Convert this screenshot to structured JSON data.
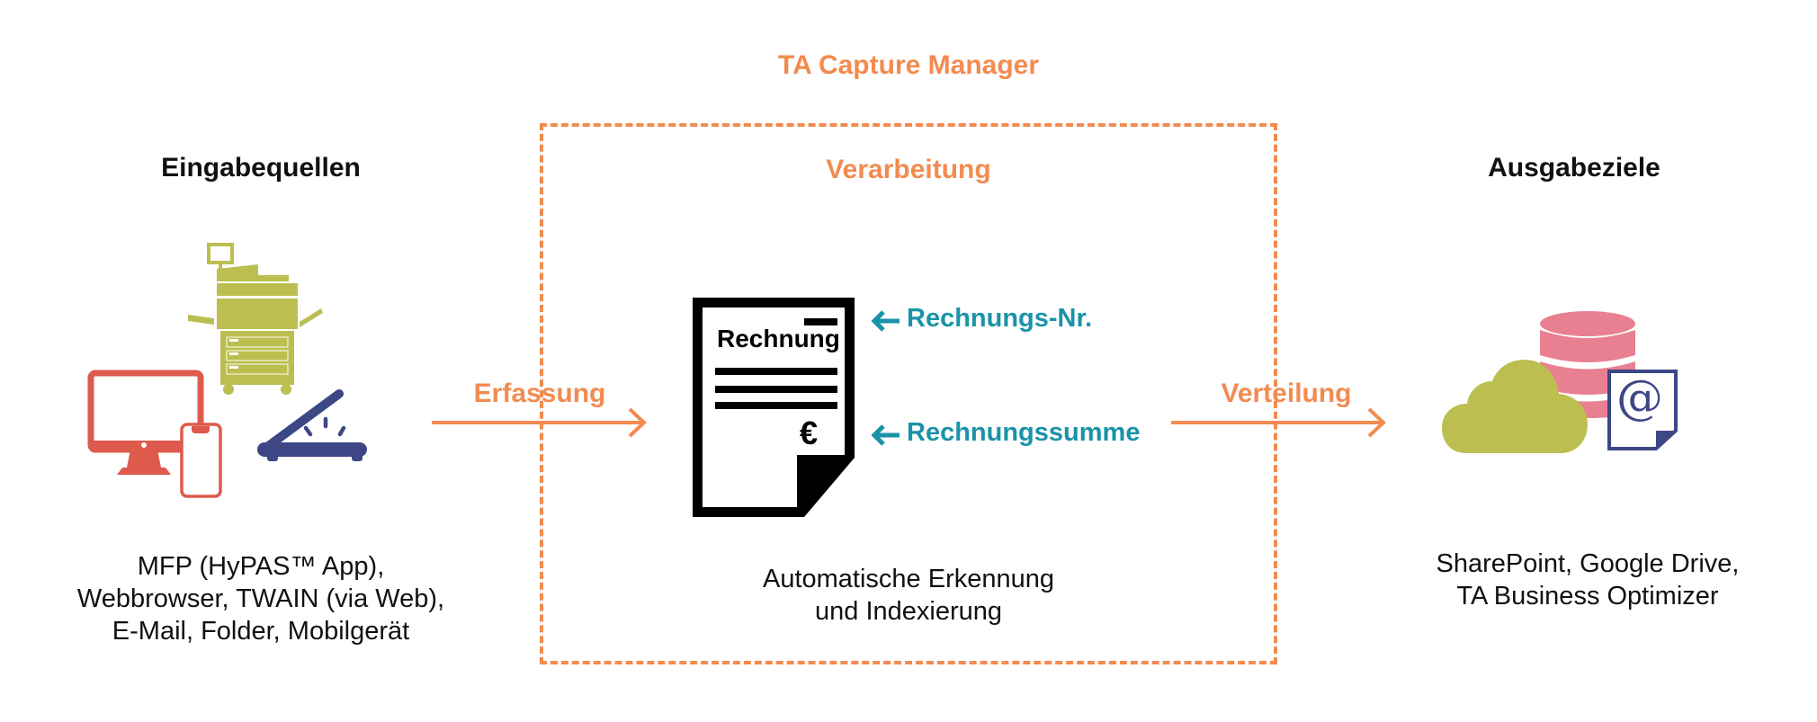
{
  "title": "TA Capture Manager",
  "colors": {
    "accent_orange": "#f28b50",
    "teal": "#1a93a8",
    "printer_green": "#bcbe50",
    "device_red": "#de5a4c",
    "scanner_navy": "#3e4785",
    "database_pink": "#e98092",
    "cloud_green": "#bcbe50",
    "text_dark": "#111111"
  },
  "input": {
    "heading": "Eingabequellen",
    "icons": [
      "mfp-printer-icon",
      "monitor-icon",
      "smartphone-icon",
      "flatbed-scanner-icon"
    ],
    "caption_lines": [
      "MFP (HyPAS™ App),",
      "Webbrowser, TWAIN (via Web),",
      "E-Mail, Folder, Mobilgerät"
    ]
  },
  "flows": {
    "capture_label": "Erfassung",
    "distribution_label": "Verteilung"
  },
  "processing": {
    "heading": "Verarbeitung",
    "document": {
      "title": "Rechnung",
      "currency_symbol": "€"
    },
    "fields": [
      {
        "label": "Rechnungs-Nr.",
        "icon": "arrow-left-icon"
      },
      {
        "label": "Rechnungssumme",
        "icon": "arrow-left-icon"
      }
    ],
    "caption_lines": [
      "Automatische Erkennung",
      "und Indexierung"
    ]
  },
  "output": {
    "heading": "Ausgabeziele",
    "icons": [
      "cloud-icon",
      "database-icon",
      "email-document-icon"
    ],
    "caption_lines": [
      "SharePoint, Google Drive,",
      "TA Business Optimizer"
    ],
    "email_symbol": "@"
  }
}
